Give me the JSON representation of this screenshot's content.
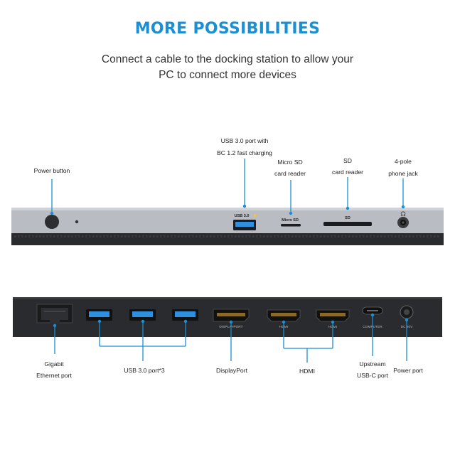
{
  "header": {
    "title": "MORE POSSIBILITIES",
    "subtitle_line1": "Connect a cable to the docking station to allow your",
    "subtitle_line2": "PC to connect more devices"
  },
  "colors": {
    "accent": "#1a8fd6",
    "dock_front": "#b9bcc2",
    "dock_body": "#2a2b2e",
    "port_blue": "#2f8fe0"
  },
  "front_labels": {
    "power_button": "Power button",
    "usb30_charging_line1": "USB 3.0 port with",
    "usb30_charging_line2": "BC 1.2 fast charging",
    "microsd_line1": "Micro SD",
    "microsd_line2": "card reader",
    "sd_line1": "SD",
    "sd_line2": "card reader",
    "jack_line1": "4-pole",
    "jack_line2": "phone jack"
  },
  "front_port_text": {
    "usb": "USB 3.0",
    "microsd": "Micro SD",
    "sd": "SD"
  },
  "rear_labels": {
    "ethernet_line1": "Gigabit",
    "ethernet_line2": "Ethernet port",
    "usb30x3": "USB 3.0 port*3",
    "displayport": "DisplayPort",
    "hdmi": "HDMI",
    "upstream_line1": "Upstream",
    "upstream_line2": "USB-C port",
    "power_port": "Power port"
  },
  "rear_port_text": {
    "displayport": "DISPLAYPORT",
    "hdmi1": "HDMI",
    "hdmi2": "HDMI",
    "computer": "COMPUTER",
    "dc": "DC 20V"
  }
}
